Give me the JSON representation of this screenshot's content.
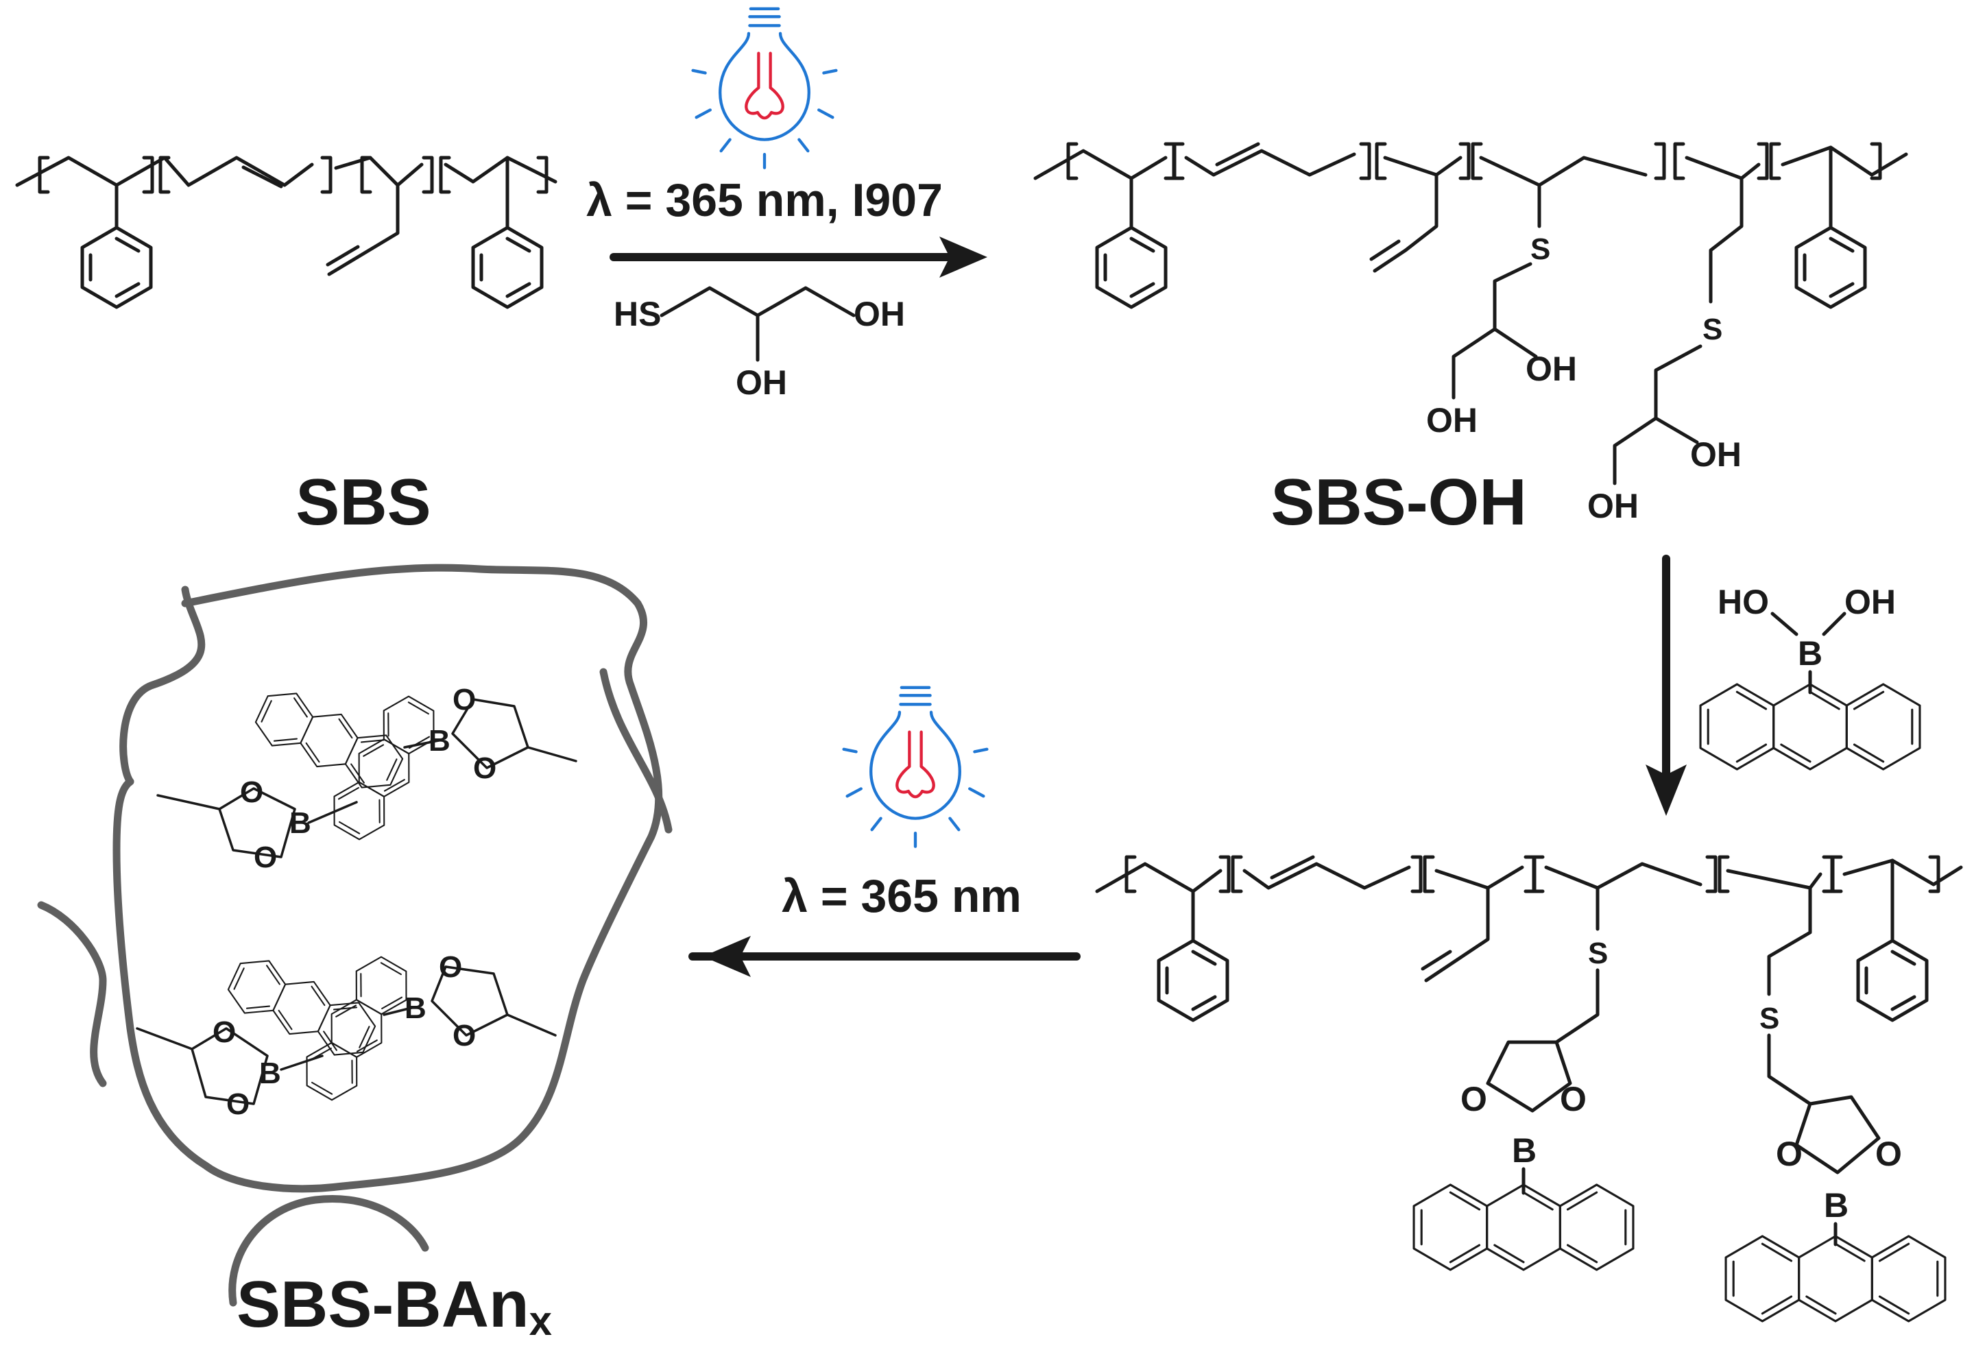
{
  "labels": {
    "sbs": "SBS",
    "sbs_oh": "SBS-OH",
    "sbs_ban_main": "SBS-BAn",
    "sbs_ban_sub": "x"
  },
  "conditions": {
    "step1": "λ = 365 nm, I907",
    "step3": "λ = 365 nm"
  },
  "atoms": {
    "hs": "HS",
    "oh": "OH",
    "ho": "HO",
    "s": "S",
    "o": "O",
    "b": "B"
  },
  "colors": {
    "bulb": "#1f77d4",
    "filament": "#e0213a",
    "network_chain": "#5f5f5f",
    "ink": "#1a1a1a"
  },
  "icons": [
    "light-bulb-icon",
    "light-bulb-icon"
  ]
}
